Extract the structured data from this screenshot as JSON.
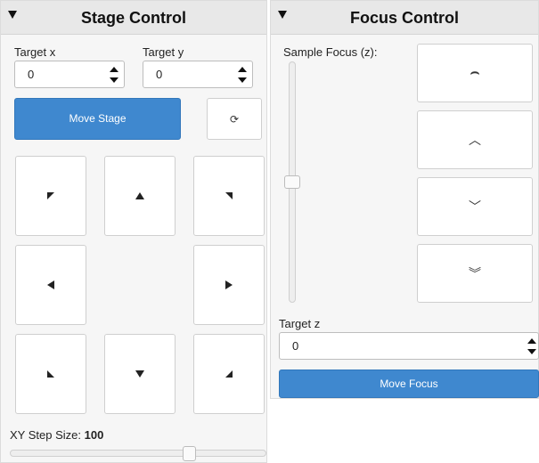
{
  "stage_control": {
    "title": "Stage Control",
    "target_x_label": "Target x",
    "target_x_value": "0",
    "target_y_label": "Target y",
    "target_y_value": "0",
    "move_button_label": "Move Stage",
    "refresh_icon": "⟳",
    "direction_pad": [
      "up-left",
      "up",
      "up-right",
      "left",
      "right",
      "down-left",
      "down",
      "down-right"
    ],
    "step_size_label": "XY Step Size:",
    "step_size_value": "100",
    "step_slider_fraction": 0.7
  },
  "focus_control": {
    "title": "Focus Control",
    "sample_focus_label": "Sample Focus (z):",
    "focus_slider_fraction": 0.5,
    "focus_buttons": [
      {
        "icon": "⌢",
        "name": "coarse-up"
      },
      {
        "icon": "︿",
        "name": "fine-up"
      },
      {
        "icon": "﹀",
        "name": "fine-down"
      },
      {
        "icon": "︾",
        "name": "coarse-down"
      }
    ],
    "target_z_label": "Target z",
    "target_z_value": "0",
    "move_button_label": "Move Focus"
  },
  "colors": {
    "primary_button": "#3f88cf",
    "panel_header": "#e8e8e8",
    "panel_background": "#f6f6f6"
  }
}
